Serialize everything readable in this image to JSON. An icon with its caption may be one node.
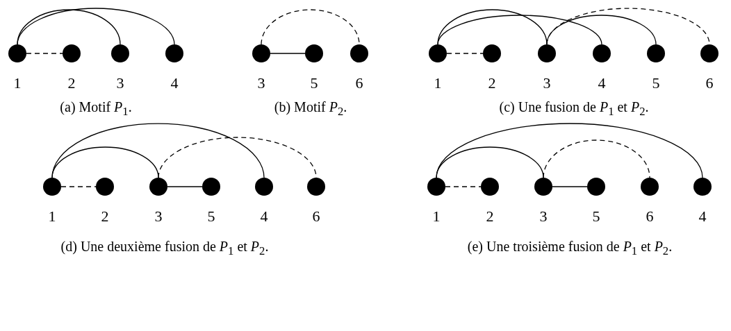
{
  "diagram": {
    "nodes": [
      {
        "text": [],
        "shape": "circle",
        "beside": [
          "1"
        ]
      },
      {
        "text": [],
        "shape": "circle",
        "beside": [
          "2"
        ]
      },
      {
        "text": [],
        "shape": "circle",
        "beside": [
          "3"
        ]
      },
      {
        "text": [],
        "shape": "circle",
        "beside": [
          "4"
        ]
      },
      {
        "text": [],
        "shape": "circle",
        "beside": [
          "3"
        ]
      },
      {
        "text": [],
        "shape": "circle",
        "beside": [
          "5"
        ]
      },
      {
        "text": [],
        "shape": "circle",
        "beside": [
          "6"
        ]
      },
      {
        "text": [],
        "shape": "circle",
        "beside": [
          "1"
        ]
      },
      {
        "text": [],
        "shape": "circle",
        "beside": [
          "2"
        ]
      },
      {
        "text": [],
        "shape": "circle",
        "beside": [
          "3"
        ]
      },
      {
        "text": [],
        "shape": "circle",
        "beside": [
          "4"
        ]
      },
      {
        "text": [],
        "shape": "circle",
        "beside": [
          "5"
        ]
      },
      {
        "text": [],
        "shape": "circle",
        "beside": [
          "6"
        ]
      },
      {
        "text": [],
        "shape": "circle",
        "beside": [
          "1"
        ]
      },
      {
        "text": [],
        "shape": "circle",
        "beside": [
          "2"
        ]
      },
      {
        "text": [],
        "shape": "circle",
        "beside": [
          "3"
        ]
      },
      {
        "text": [],
        "shape": "circle",
        "beside": [
          "5"
        ]
      },
      {
        "text": [],
        "shape": "circle",
        "beside": [
          "4"
        ]
      },
      {
        "text": [],
        "shape": "circle",
        "beside": [
          "6"
        ]
      },
      {
        "text": [],
        "shape": "circle",
        "beside": [
          "1"
        ]
      },
      {
        "text": [],
        "shape": "circle",
        "beside": [
          "2"
        ]
      },
      {
        "text": [],
        "shape": "circle",
        "beside": [
          "3"
        ]
      },
      {
        "text": [],
        "shape": "circle",
        "beside": [
          "5"
        ]
      },
      {
        "text": [],
        "shape": "circle",
        "beside": [
          "6"
        ]
      },
      {
        "text": [],
        "shape": "circle",
        "beside": [
          "4"
        ]
      }
    ],
    "edges": [
      {
        "from": 0,
        "to": 1,
        "arrow": "none",
        "style": "dashed"
      },
      {
        "from": 0,
        "to": 2,
        "arrow": "none"
      },
      {
        "from": 0,
        "to": 3,
        "arrow": "none"
      },
      {
        "from": 4,
        "to": 5,
        "arrow": "none"
      },
      {
        "from": 4,
        "to": 6,
        "arrow": "none",
        "style": "dashed"
      },
      {
        "from": 7,
        "to": 8,
        "arrow": "none",
        "style": "dashed"
      },
      {
        "from": 7,
        "to": 9,
        "arrow": "none"
      },
      {
        "from": 7,
        "to": 10,
        "arrow": "none"
      },
      {
        "from": 9,
        "to": 11,
        "arrow": "none"
      },
      {
        "from": 9,
        "to": 12,
        "arrow": "none",
        "style": "dashed"
      },
      {
        "from": 13,
        "to": 14,
        "arrow": "none",
        "style": "dashed"
      },
      {
        "from": 13,
        "to": 15,
        "arrow": "none"
      },
      {
        "from": 13,
        "to": 17,
        "arrow": "none"
      },
      {
        "from": 15,
        "to": 16,
        "arrow": "none"
      },
      {
        "from": 15,
        "to": 18,
        "arrow": "none",
        "style": "dashed"
      },
      {
        "from": 19,
        "to": 20,
        "arrow": "none",
        "style": "dashed"
      },
      {
        "from": 19,
        "to": 21,
        "arrow": "none"
      },
      {
        "from": 19,
        "to": 24,
        "arrow": "none"
      },
      {
        "from": 21,
        "to": 22,
        "arrow": "none"
      },
      {
        "from": 21,
        "to": 23,
        "arrow": "none",
        "style": "dashed"
      }
    ],
    "labels": [
      "(a) Motif *P*$_{1}$.",
      "(b) Motif *P*$_{2}$.",
      "(c) Une fusion de *P*$_{1}$ et *P*$_{2}$.",
      "(d) Une deuxième fusion de *P*$_{1}$ et *P*$_{2}$.",
      "(e) Une troisième fusion de *P*$_{1}$ et *P*$_{2}$."
    ]
  }
}
